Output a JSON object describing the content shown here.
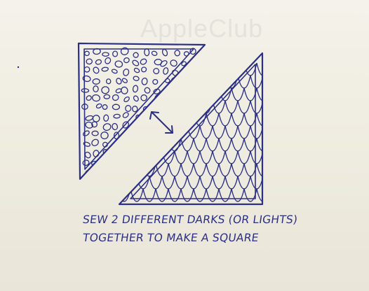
{
  "background_text": {
    "ghost_heading": "AppleClub",
    "ghost_line_one": "",
    "ghost_line_two": ""
  },
  "caption": {
    "line1": "SEW 2 DIFFERENT DARKS (OR LIGHTS)",
    "line2": "TOGETHER TO MAKE A SQUARE"
  },
  "colors": {
    "ink": "#2b2f86",
    "paper": "#f1eee4"
  }
}
